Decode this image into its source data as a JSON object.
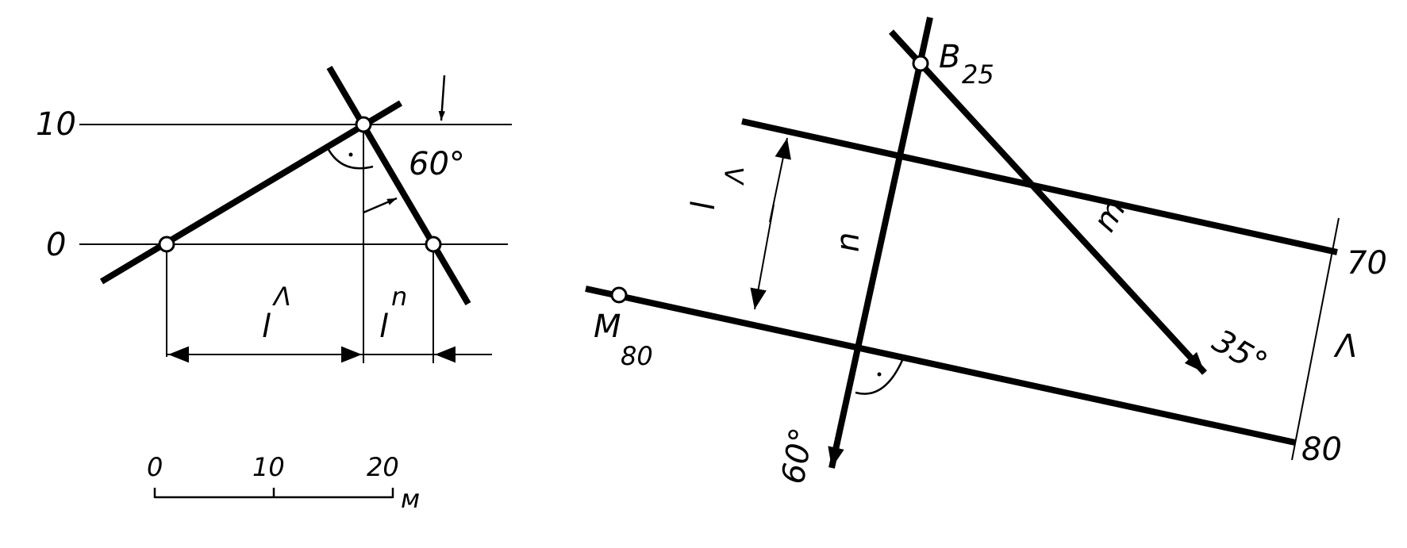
{
  "left_figure": {
    "level_labels": [
      "10",
      "0"
    ],
    "angle_label": "60°",
    "segment_labels": [
      "l",
      "l"
    ],
    "segment_superscripts": [
      "Λ",
      "n"
    ],
    "scale_labels": [
      "0",
      "10",
      "20"
    ],
    "scale_unit": "м"
  },
  "right_figure": {
    "point_b": {
      "letter": "B",
      "index": "25"
    },
    "point_m": {
      "letter": "M",
      "index": "80"
    },
    "line_labels": [
      "n",
      "m"
    ],
    "span_label": "l",
    "span_superscript": "Λ",
    "angle_labels": [
      "35°",
      "60°"
    ],
    "edge_labels": [
      "70",
      "80"
    ],
    "plane_label": "Λ"
  }
}
